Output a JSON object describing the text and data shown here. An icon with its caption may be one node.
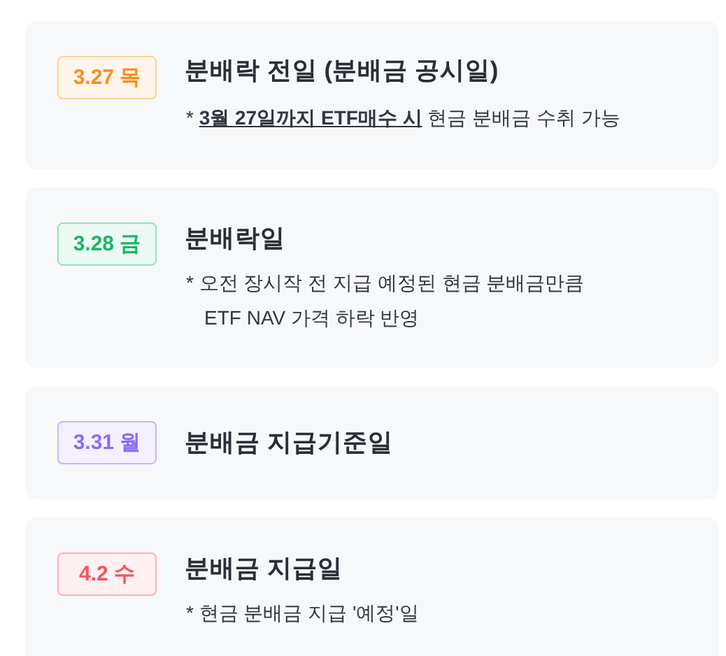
{
  "diagram": {
    "nodes": [
      {
        "text": [
          "분배락 전일 (분배금 공시일)",
          "* **3월 27일까지 ETF매수 시** 현금 분배금 수취 가능"
        ]
      },
      {
        "text": [
          "3.27 목"
        ],
        "in": 0
      },
      {
        "text": [
          "분배락일",
          "* 오전 장시작 전 지급 예정된 현금 분배금만큼 ETF NAV 가격 하락 반영"
        ]
      },
      {
        "text": [
          "3.28 금"
        ],
        "in": 2
      },
      {
        "text": [
          "분배금 지급기준일"
        ]
      },
      {
        "text": [
          "3.31 월"
        ],
        "in": 4
      },
      {
        "text": [
          "분배금 지급일",
          "* 현금 분배금 지급 '예정'일"
        ]
      },
      {
        "text": [
          "4.2 수"
        ],
        "in": 6
      }
    ]
  }
}
